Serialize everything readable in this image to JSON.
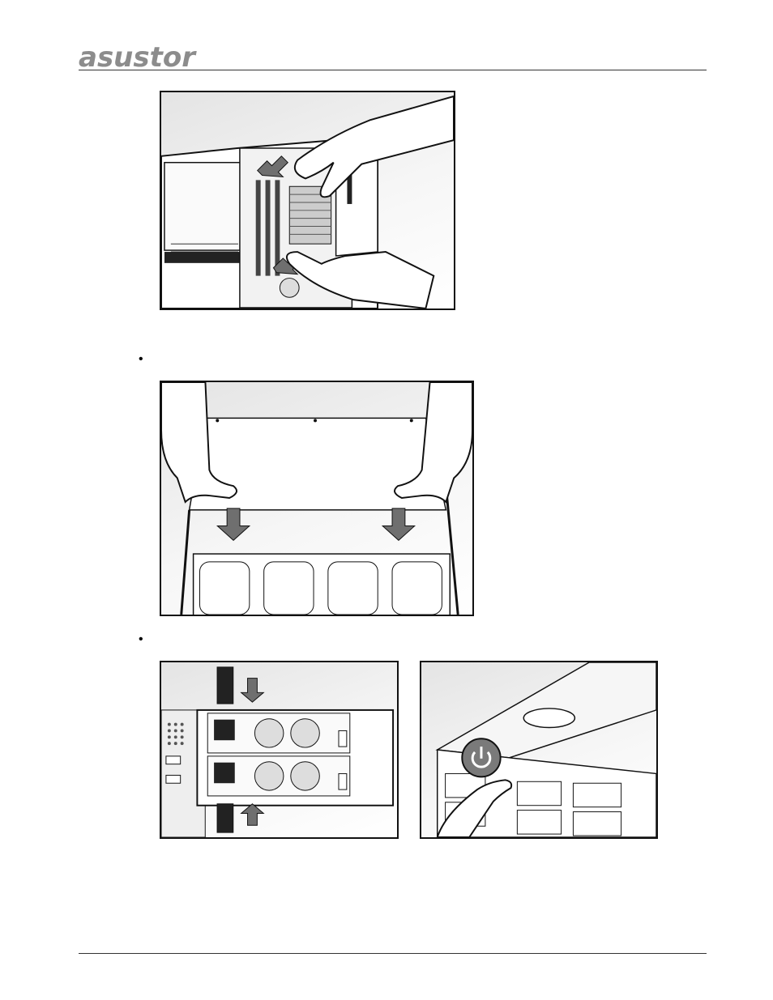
{
  "header": {
    "logo_text": "asustor",
    "logo_color": "#8c8c8c"
  },
  "content": {
    "bullet_glyph": "•",
    "figures": [
      {
        "id": "memory-module-installation",
        "icon": "hands-pressing-ram-into-slot"
      },
      {
        "id": "replace-top-cover",
        "icon": "hands-sliding-cover-down"
      },
      {
        "id": "connect-power-cords",
        "icon": "power-cords-into-dual-psu"
      },
      {
        "id": "press-power-button",
        "icon": "finger-on-power-button"
      }
    ]
  },
  "colors": {
    "rule": "#333333",
    "arrow_fill": "#6f6f6f",
    "power_badge": "#7a7a7a"
  }
}
